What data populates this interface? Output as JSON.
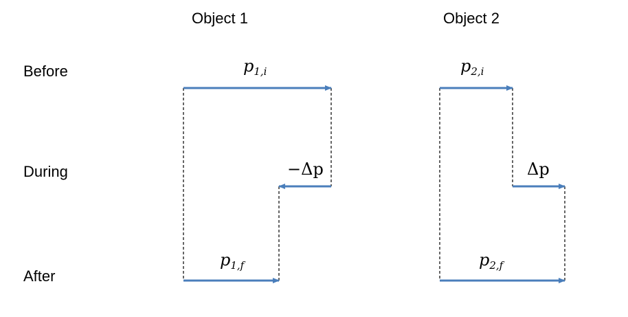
{
  "columns": [
    {
      "title": "Object 1"
    },
    {
      "title": "Object 2"
    }
  ],
  "rows": [
    {
      "label": "Before"
    },
    {
      "label": "During"
    },
    {
      "label": "After"
    }
  ],
  "vectors": {
    "p1i": {
      "base": "p",
      "sub": "1,i"
    },
    "p2i": {
      "base": "p",
      "sub": "2,i"
    },
    "dp1": {
      "text": "−Δp"
    },
    "dp2": {
      "text": "Δp"
    },
    "p1f": {
      "base": "p",
      "sub": "1,f"
    },
    "p2f": {
      "base": "p",
      "sub": "2,f"
    }
  },
  "colors": {
    "arrow": "#4a7ebb",
    "guide": "#000000"
  }
}
